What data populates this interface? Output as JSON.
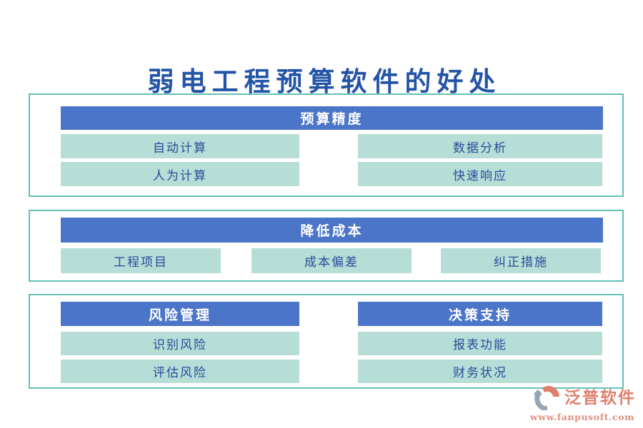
{
  "title": {
    "text": "弱电工程预算软件的好处"
  },
  "sections": [
    {
      "header": "预算精度",
      "items": [
        "自动计算",
        "数据分析",
        "人为计算",
        "快速响应"
      ]
    },
    {
      "header": "降低成本",
      "items": [
        "工程项目",
        "成本偏差",
        "纠正措施"
      ]
    },
    {
      "groups": [
        {
          "header": "风险管理",
          "items": [
            "识别风险",
            "评估风险"
          ]
        },
        {
          "header": "决策支持",
          "items": [
            "报表功能",
            "财务状况"
          ]
        }
      ]
    }
  ],
  "footer": {
    "brand": "泛普软件",
    "url": "www.fanpusoft.com"
  },
  "colors": {
    "title_blue": "#2454A6",
    "header_bar_blue": "#4A75C8",
    "tile_mint": "#B6DED6",
    "tile_text_blue": "#2A4B9B",
    "box_border_teal": "#66BFB7",
    "brand_salmon": "#DE7F6D",
    "brand_gray": "#96A5B3"
  }
}
